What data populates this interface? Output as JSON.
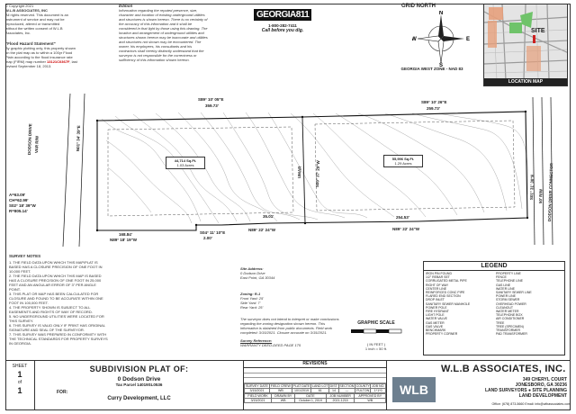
{
  "copyright": {
    "line1": "© Copyright 2021",
    "line2": "W.L.B ASSOCIATES, INC",
    "body": "All rights reserved. This document is an instrument of service and may not be reproduced, altered or transmitted without the written consent of W.L.B Associates, Inc."
  },
  "flood": {
    "heading": "\"Flood Hazard Statement\"",
    "body": "By graphic plotting only, this property shown on the plat map as to within a 100yr Flood Plain according to the flood insurance rate map (FIRM) map number",
    "panel": "13121C0367F",
    "effective": ", last revised September 18, 2013."
  },
  "edition": {
    "heading": "Edition",
    "body": "Information regarding the reputed presence, size, character and location of existing underground utilities and structures is shown hereon. There is no certainty of the accuracy of this information and it shall be considered in that light by those using this drawing. The location and arrangement of underground utilities and structures shown hereon may be inaccurate and utilities and structures not shown may be encountered. The owner, his employees, his consultants and his contractors shall hereby distinctly understand that the surveyor is not responsible for the correctness or sufficiency of this information shown hereon."
  },
  "ga811": {
    "logo": "GEORGIA811",
    "phone": "1-800-282-7411",
    "tagline": "Call before you dig."
  },
  "compass": {
    "title": "GRID NORTH",
    "n": "N",
    "s": "S",
    "e": "E",
    "w": "W",
    "zone": "GEORGIA WEST ZONE - NAD 83"
  },
  "location_map": {
    "site": "SITE",
    "title": "LOCATION MAP"
  },
  "plat": {
    "top_left_bearing": "S89° 10' 05\"E",
    "top_left_dist": "359.73'",
    "top_right_bearing": "S89° 10' 26\"E",
    "top_right_dist": "259.73'",
    "left_road": "DODSON DRIVE",
    "left_row": "VAR R/W",
    "left_bearing": "N01° 34' 39\"E",
    "curve_arc": "A=63.09'",
    "curve_chord": "CH=62.99'",
    "curve_bearing": "S02° 18' 39\"W",
    "curve_radius": "R=805.14'",
    "lot1_area": "44,714 Sq.Ft.",
    "lot1_acres": "1.03 Acres",
    "lot2_area": "55,996 Sq.Ft.",
    "lot2_acres": "1.29 Acres",
    "mid_bearing": "S00° 37' 29\"W",
    "mid_label": "UMAR",
    "bottom_left_dist": "168.84'",
    "bottom_left_bearing": "N89° 18' 19\"W",
    "bottom_mid_dist": "35.01'",
    "bottom_mid_bearing": "N89° 22' 24\"W",
    "bottom_right_dist": "254.53'",
    "bottom_right_bearing": "N89° 22' 24\"W",
    "jog_bearing": "S04° 11' 10\"E",
    "jog_dist": "2.00'",
    "right_road": "DODSON DRIVE CONNECTOR",
    "right_row": "50' R/W",
    "right_bearing": "S01° 31' 30\"E"
  },
  "survey_notes": {
    "heading": "SURVEY NOTES",
    "items": [
      "1. THE FIELD DATA UPON WHICH THIS MAP/PLAT IS BASED HAS A CLOSURE PRECISION OF ONE FOOT IN 10,000 FEET.",
      "2. THE FIELD DATA UPON WHICH THIS MAP IS BASED HAS A CLOSURE PRECISION OF ONE FOOT IN 25,000 FEET AND AN ANGULAR ERROR OF 3\" PER ANGLE POINT.",
      "3. THIS PLAT OR MAP HAS BEEN CALCULATED FOR CLOSURE AND FOUND TO BE ACCURATE WITHIN ONE FOOT IN 100,000 FEET.",
      "4. THE PROPERTY SHOWN IS SUBJECT TO ALL EASEMENTS AND RIGHTS OF WAY OF RECORD.",
      "5. NO UNDERGROUND UTILITIES WERE LOCATED FOR THIS SURVEY.",
      "6. THIS SURVEY IS VALID ONLY IF PRINT HAS ORIGINAL SIGNATURE AND SEAL OF THE SURVEYOR.",
      "7. THIS SURVEY WAS PREPARED IN CONFORMITY WITH THE TECHNICAL STANDARDS FOR PROPERTY SURVEYS IN GEORGIA."
    ]
  },
  "site_address": {
    "heading": "Site Address:",
    "line1": "0 Dodson Drive",
    "line2": "East Point, GA 30344"
  },
  "zoning": {
    "heading": "Zoning: R-1",
    "front": "Front Yard: 25'",
    "side": "Side Yard: 7'",
    "rear": "Rear Yard: 25'"
  },
  "survey_statement": "The surveyor does not intend to interpret or make conclusions regarding the zoning designation shown hereon. This information is obtained from public documents. Field work completed: 3/15/2021. Closure accurate on 3/15/2021.",
  "reference": {
    "heading": "Survey Reference:",
    "line": "WARRANTY DEED-DEED PAGE 175"
  },
  "scale": {
    "heading": "GRAPHIC SCALE",
    "unit": "( IN FEET )",
    "ratio": "1 inch = 50 ft."
  },
  "legend": {
    "title": "LEGEND",
    "left": [
      "IRON PIN FOUND",
      "1/2\" REBAR SET",
      "CORRUGATED METAL PIPE",
      "RIGHT OF WAY",
      "CENTER LINE",
      "REINFORCED CONC PIPE",
      "FLARED END SECTION",
      "DROP INLET",
      "SANITARY SEWER MANHOLE",
      "POWER POLE",
      "FIRE HYDRANT",
      "LIGHT POLE",
      "WATER VALVE",
      "GAS METER",
      "GAS VALVE",
      "BENCHMARK",
      "PROPERTY CORNER"
    ],
    "right": [
      "PROPERTY LINE",
      "FENCE",
      "TELEPHONE LINE",
      "GAS LINE",
      "WATER LINE",
      "SANITARY SEWER LINE",
      "POWER LINE",
      "STORM SEWER",
      "OVERHEAD POWER",
      "CLEANOUT",
      "WATER METER",
      "TELEPHONE BOX",
      "AIR CONDITIONER",
      "TREE",
      "TREE (SPECIMEN)",
      "TRANSFORMER",
      "PAD TRANSFORMER"
    ]
  },
  "title_block": {
    "sheet_label": "SHEET",
    "sheet_num": "1",
    "sheet_of": "of",
    "sheet_total": "1",
    "title": "SUBDIVISION PLAT OF:",
    "address": "0 Dodson Drive",
    "tax": "Tax Parcel 14019SL0536",
    "for_label": "FOR:",
    "client": "Curry Development, LLC",
    "rev_label": "REVISIONS",
    "rev_headers": [
      "SURVEY DATE",
      "FIELD CREW",
      "PLAT DATE",
      "LAND LOT",
      "DIST.",
      "SECTION",
      "COUNTY",
      "JOB NO."
    ],
    "rev_values": [
      "3/15/2021",
      "WB",
      "10/1/2019",
      "61",
      "14",
      "—",
      "FULTON",
      "1*1*0"
    ],
    "row2_headers": [
      "FIELD WORK",
      "DRAWN BY",
      "DATE",
      "JOB NUMBER",
      "APPROVED BY"
    ],
    "row2_values": [
      "3/15/2021",
      "WB",
      "October 1, 2019",
      "2021-1215",
      "WB"
    ]
  },
  "firm": {
    "name": "W.L.B ASSOCIATES, INC.",
    "logo": "WLB",
    "addr1": "349 CHERYL COURT",
    "addr2": "JONESBORO, GA 30236",
    "services1": "LAND SURVEYORS ● SITE PLANNING",
    "services2": "LAND DEVELOPMENT",
    "contact": "Office: (678) 873-5660  Email: info@wlbassociates.com"
  }
}
